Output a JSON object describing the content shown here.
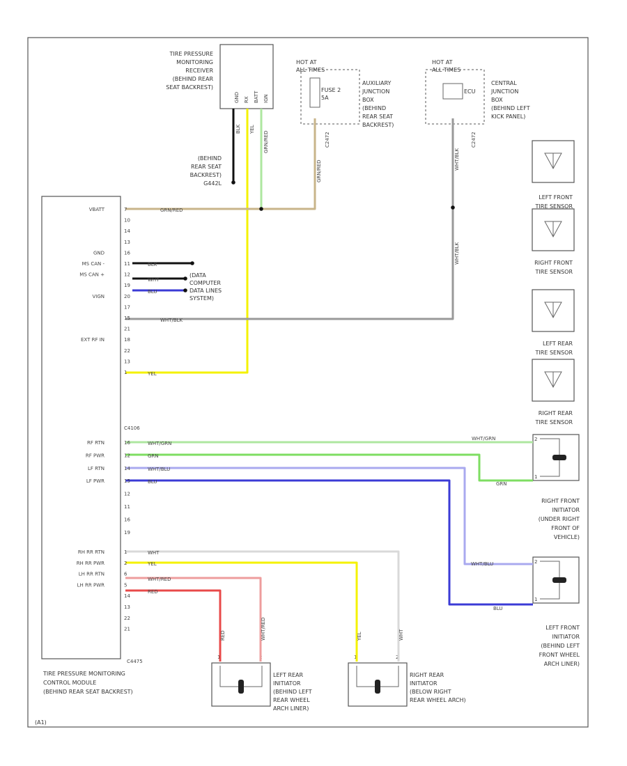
{
  "colors": {
    "tan": "#c8b48a",
    "yellow": "#f4f200",
    "blue": "#3b3bd6",
    "green": "#7ede62",
    "lightblue": "#a9a9ef",
    "red": "#e84a4a",
    "pink": "#ee9d9d",
    "lightgreen": "#aee7a0",
    "white_wire": "#d9d9d9",
    "gray_wire": "#999999",
    "black_wire": "#111111"
  },
  "receiver": {
    "title_lines": [
      "TIRE PRESSURE",
      "MONITORING",
      "RECEIVER",
      "(BEHIND REAR",
      "SEAT BACKREST)"
    ],
    "pins": [
      "GND",
      "RX",
      "BATT",
      "IGN"
    ],
    "wires": [
      "BLK",
      "YEL",
      "GRN/RED"
    ],
    "location": [
      "(BEHIND",
      "REAR SEAT",
      "BACKREST)",
      "G442L"
    ]
  },
  "hot_at_left": {
    "title": [
      "HOT AT",
      "ALL TIMES"
    ],
    "fuse": [
      "FUSE 2",
      "5A"
    ],
    "box": [
      "AUXILIARY",
      "JUNCTION",
      "BOX",
      "(BEHIND",
      "REAR SEAT",
      "BACKREST)"
    ],
    "conn": "C2472",
    "wire": "GRN/RED"
  },
  "hot_at_right": {
    "title": [
      "HOT AT",
      "ALL TIMES"
    ],
    "fuse": "ECU",
    "box": [
      "CENTRAL",
      "JUNCTION",
      "BOX",
      "(BEHIND LEFT",
      "KICK PANEL)"
    ],
    "conn": "C2472",
    "wire": "WHT/BLK"
  },
  "module": {
    "title": [
      "TIRE PRESSURE MONITORING",
      "CONTROL MODULE",
      "(BEHIND REAR SEAT BACKREST)"
    ],
    "conn1": "C4475",
    "conn2": "C4106",
    "rows_top": [
      {
        "name": "VBATT",
        "pin": "7",
        "wire": "GRN/RED"
      },
      {
        "name": "",
        "pin": "10",
        "wire": ""
      },
      {
        "name": "",
        "pin": "14",
        "wire": ""
      },
      {
        "name": "",
        "pin": "13",
        "wire": ""
      },
      {
        "name": "GND",
        "pin": "16",
        "wire": "BLK"
      },
      {
        "name": "MS CAN -",
        "pin": "11",
        "wire": "WHT"
      },
      {
        "name": "MS CAN +",
        "pin": "12",
        "wire": "BLU"
      },
      {
        "name": "",
        "pin": "19",
        "wire": ""
      },
      {
        "name": "VIGN",
        "pin": "20",
        "wire": "WHT/BLK"
      },
      {
        "name": "",
        "pin": "17",
        "wire": ""
      },
      {
        "name": "",
        "pin": "15",
        "wire": ""
      },
      {
        "name": "",
        "pin": "21",
        "wire": ""
      },
      {
        "name": "EXT RF IN",
        "pin": "18",
        "wire": "YEL"
      },
      {
        "name": "",
        "pin": "22",
        "wire": ""
      },
      {
        "name": "",
        "pin": "13",
        "wire": ""
      },
      {
        "name": "",
        "pin": "1",
        "wire": ""
      }
    ],
    "rows_mid": [
      {
        "name": "RF RTN",
        "pin": "16",
        "wire": "WHT/GRN"
      },
      {
        "name": "RF PWR",
        "pin": "12",
        "wire": "GRN"
      },
      {
        "name": "LF RTN",
        "pin": "14",
        "wire": "WHT/BLU"
      },
      {
        "name": "LF PWR",
        "pin": "15",
        "wire": "BLU"
      },
      {
        "name": "",
        "pin": "12",
        "wire": ""
      },
      {
        "name": "",
        "pin": "11",
        "wire": ""
      },
      {
        "name": "",
        "pin": "16",
        "wire": ""
      },
      {
        "name": "",
        "pin": "19",
        "wire": ""
      }
    ],
    "rows_bot": [
      {
        "name": "RH RR RTN",
        "pin": "1",
        "wire": "WHT"
      },
      {
        "name": "RH RR PWR",
        "pin": "2",
        "wire": "YEL"
      },
      {
        "name": "LH RR RTN",
        "pin": "6",
        "wire": "WHT/RED"
      },
      {
        "name": "LH RR PWR",
        "pin": "5",
        "wire": "RED"
      },
      {
        "name": "",
        "pin": "14",
        "wire": ""
      },
      {
        "name": "",
        "pin": "13",
        "wire": ""
      },
      {
        "name": "",
        "pin": "22",
        "wire": ""
      },
      {
        "name": "",
        "pin": "21",
        "wire": ""
      }
    ]
  },
  "data_link": [
    "(DATA",
    "COMPUTER",
    "DATA LINES",
    "SYSTEM)"
  ],
  "sensors": [
    {
      "label": [
        "LEFT FRONT",
        "TIRE SENSOR"
      ]
    },
    {
      "label": [
        "RIGHT FRONT",
        "TIRE SENSOR"
      ]
    },
    {
      "label": [
        "LEFT REAR",
        "TIRE SENSOR"
      ]
    },
    {
      "label": [
        "RIGHT REAR",
        "TIRE SENSOR"
      ]
    }
  ],
  "initiators": {
    "rf": {
      "label": [
        "RIGHT FRONT",
        "INITIATOR",
        "(UNDER RIGHT",
        "FRONT OF",
        "VEHICLE)"
      ],
      "wire_top": "WHT/GRN",
      "wire_bot": "GRN",
      "pin_top": "2",
      "pin_bot": "1"
    },
    "lf": {
      "label": [
        "LEFT FRONT",
        "INITIATOR",
        "(BEHIND LEFT",
        "FRONT WHEEL",
        "ARCH LINER)"
      ],
      "wire_top": "WHT/BLU",
      "wire_bot": "BLU",
      "pin_top": "2",
      "pin_bot": "1"
    },
    "lr": {
      "label": [
        "LEFT REAR",
        "INITIATOR",
        "(BEHIND LEFT",
        "REAR WHEEL",
        "ARCH LINER)"
      ],
      "wire_a": "RED",
      "wire_b": "WHT/RED",
      "pin_a": "1",
      "pin_b": "2"
    },
    "rr": {
      "label": [
        "RIGHT REAR",
        "INITIATOR",
        "(BELOW RIGHT",
        "REAR WHEEL ARCH)"
      ],
      "wire_a": "YEL",
      "wire_b": "WHT",
      "pin_a": "1",
      "pin_b": "2"
    }
  },
  "footer_code": "(A1)"
}
